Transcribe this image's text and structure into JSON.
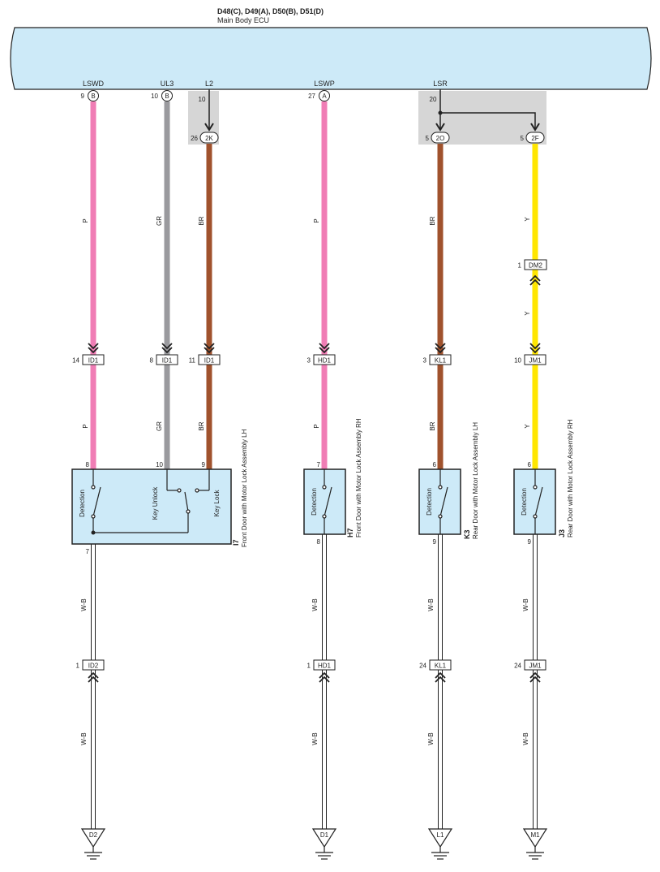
{
  "header": {
    "connectors": "D48(C), D49(A), D50(B), D51(D)",
    "name": "Main Body ECU"
  },
  "ecu_pins": [
    {
      "signal": "LSWD",
      "pin": "9",
      "conn": "B"
    },
    {
      "signal": "UL3",
      "pin": "10",
      "conn": "B"
    },
    {
      "signal": "L2",
      "pin": "10",
      "conn": ""
    },
    {
      "signal": "LSWP",
      "pin": "27",
      "conn": "A"
    },
    {
      "signal": "LSR",
      "pin": "20",
      "conn": ""
    }
  ],
  "junctions": [
    {
      "pin": "26",
      "conn": "2K"
    },
    {
      "pin": "5",
      "conn": "2O"
    },
    {
      "pin": "5",
      "conn": "2F"
    }
  ],
  "wires": [
    {
      "upper_color": "P",
      "lower_color": "P",
      "color": "#f07db5",
      "inline_pin": "14",
      "inline_conn": "ID1",
      "comp_pin": "8"
    },
    {
      "upper_color": "GR",
      "lower_color": "GR",
      "color": "#9a9a9e",
      "inline_pin": "8",
      "inline_conn": "ID1",
      "comp_pin": "10"
    },
    {
      "upper_color": "BR",
      "lower_color": "BR",
      "color": "#a0522d",
      "inline_pin": "11",
      "inline_conn": "ID1",
      "comp_pin": "9"
    },
    {
      "upper_color": "P",
      "lower_color": "P",
      "color": "#f07db5",
      "inline_pin": "3",
      "inline_conn": "HD1",
      "comp_pin": "7"
    },
    {
      "upper_color": "BR",
      "lower_color": "BR",
      "color": "#a0522d",
      "inline_pin": "3",
      "inline_conn": "KL1",
      "comp_pin": "6"
    },
    {
      "upper_color": "Y",
      "lower_color": "Y",
      "color": "#ffe600",
      "inline_pin": "10",
      "inline_conn": "JM1",
      "comp_pin": "6"
    }
  ],
  "yellow_inline": {
    "pin": "1",
    "conn": "DM2",
    "color_label": "Y"
  },
  "components": [
    {
      "id": "I7",
      "name": "Front Door with Motor Lock Assembly LH",
      "detection": "Detection",
      "key_unlock": "Key Unlock",
      "key_lock": "Key Lock",
      "gnd_pin": "7"
    },
    {
      "id": "H7",
      "name": "Front Door with Motor Lock Assembly RH",
      "detection": "Detection",
      "gnd_pin": "8"
    },
    {
      "id": "K3",
      "name": "Rear Door with Motor Lock Assembly LH",
      "detection": "Detection",
      "gnd_pin": "9"
    },
    {
      "id": "J3",
      "name": "Rear Door with Motor Lock Assembly RH",
      "detection": "Detection",
      "gnd_pin": "9"
    }
  ],
  "ground_wires": [
    {
      "upper_color": "W-B",
      "lower_color": "W-B",
      "pin": "1",
      "conn": "ID2",
      "ground": "D2"
    },
    {
      "upper_color": "W-B",
      "lower_color": "W-B",
      "pin": "1",
      "conn": "HD1",
      "ground": "D1"
    },
    {
      "upper_color": "W-B",
      "lower_color": "W-B",
      "pin": "24",
      "conn": "KL1",
      "ground": "L1"
    },
    {
      "upper_color": "W-B",
      "lower_color": "W-B",
      "pin": "24",
      "conn": "JM1",
      "ground": "M1"
    }
  ],
  "colors": {
    "ecu_fill": "#cdeaf8",
    "component_fill": "#cdeaf8",
    "splice_fill": "#d6d6d6",
    "outline": "#222222"
  }
}
